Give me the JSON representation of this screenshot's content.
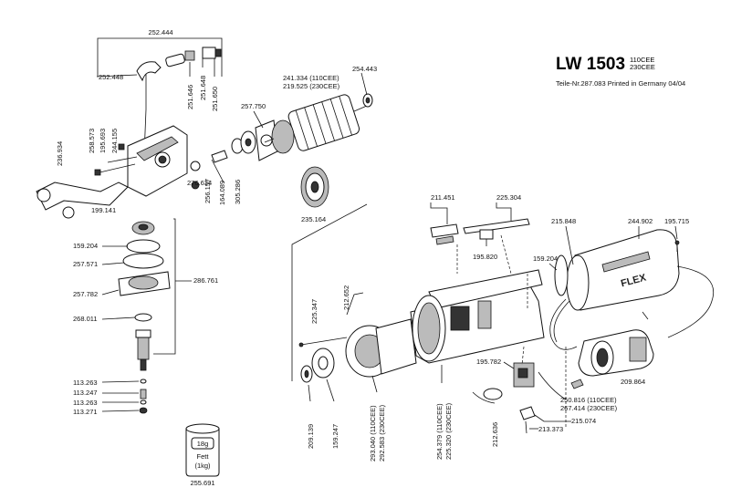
{
  "header": {
    "model": "LW 1503",
    "voltage_1": "110CEE",
    "voltage_2": "230CEE",
    "print_info": "Teile-Nr.287.083 Printed in Germany 04/04"
  },
  "grease": {
    "weight": "18g",
    "label_1": "Fett",
    "label_2": "(1kg)",
    "part_no": "255.691"
  },
  "labels": {
    "p252444": "252.444",
    "p252448": "252.448",
    "p251646": "251.646",
    "p251648": "251.648",
    "p251650": "251.650",
    "p258573": "258.573",
    "p195693": "195.693",
    "p244155": "244.155",
    "p236934": "236.934",
    "p199141": "199.141",
    "p276634": "276.634",
    "p256157": "256.157",
    "p164089": "164.089",
    "p305286": "305.286",
    "p257750": "257.750",
    "p241334": "241.334 (110CEE)",
    "p219525": "219.525 (230CEE)",
    "p254443": "254.443",
    "p235164": "235.164",
    "p159204a": "159.204",
    "p257571": "257.571",
    "p286761": "286.761",
    "p257782": "257.782",
    "p268011": "268.011",
    "p113263a": "113.263",
    "p113247": "113.247",
    "p113263b": "113.263",
    "p113271": "113.271",
    "p211451": "211.451",
    "p225304": "225.304",
    "p195820": "195.820",
    "p215848": "215.848",
    "p244902": "244.902",
    "p195715": "195.715",
    "p159204b": "159.204",
    "p225347": "225.347",
    "p212652": "212.652",
    "p195782": "195.782",
    "p209139": "209.139",
    "p159247": "159.247",
    "p293040": "293.040 (110CEE)",
    "p292583": "292.583 (230CEE)",
    "p254379": "254.379 (110CEE)",
    "p225320": "225.320 (230CEE)",
    "p212636": "212.636",
    "p250816": "250.816 (110CEE)",
    "p267414": "267.414 (230CEE)",
    "p215074": "215.074",
    "p213373": "213.373",
    "p209864": "209.864"
  }
}
